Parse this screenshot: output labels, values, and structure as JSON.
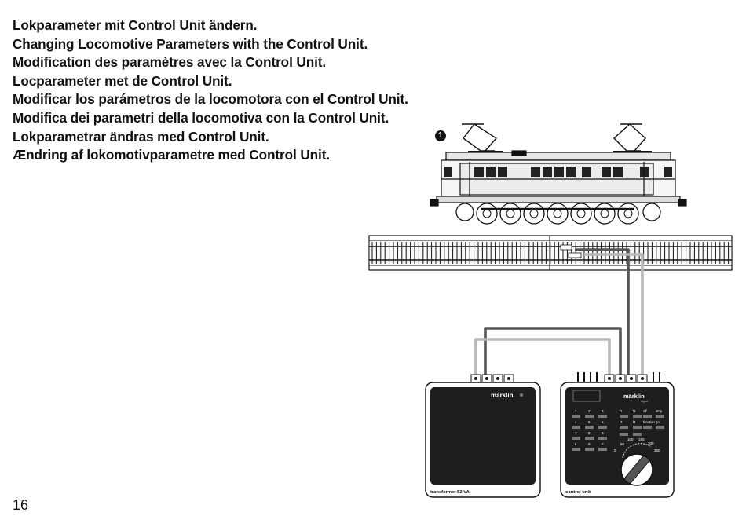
{
  "headings": [
    "Lokparameter mit Control Unit ändern.",
    "Changing Locomotive Parameters with the Control Unit.",
    "Modification des paramètres avec la Control Unit.",
    "Locparameter met de Control Unit.",
    "Modificar los parámetros de la locomotora con el Control Unit.",
    "Modifica dei parametri della locomotiva con la Control Unit.",
    "Lokparametrar ändras med Control Unit.",
    "Ændring af lokomotivparametre med Control Unit."
  ],
  "step_marker": "1",
  "page_number": "16",
  "transformer": {
    "brand": "märklin",
    "label": "transformer 52 VA"
  },
  "control_unit": {
    "brand": "märklin",
    "brand_sub": "digital",
    "label": "control unit",
    "keypad_labels": [
      "1",
      "2",
      "3",
      "4",
      "5",
      "6",
      "7",
      "8",
      "9",
      "L",
      "0",
      "F"
    ],
    "function_labels": [
      "f1",
      "f2",
      "off",
      "stop",
      "f3",
      "f4",
      "function",
      "go"
    ],
    "speed_scale": [
      "0",
      "50",
      "100",
      "150",
      "200",
      "250"
    ]
  },
  "colors": {
    "wire_dark": "#555555",
    "wire_light": "#b8b8b8",
    "device_face": "#1e1e1e"
  }
}
